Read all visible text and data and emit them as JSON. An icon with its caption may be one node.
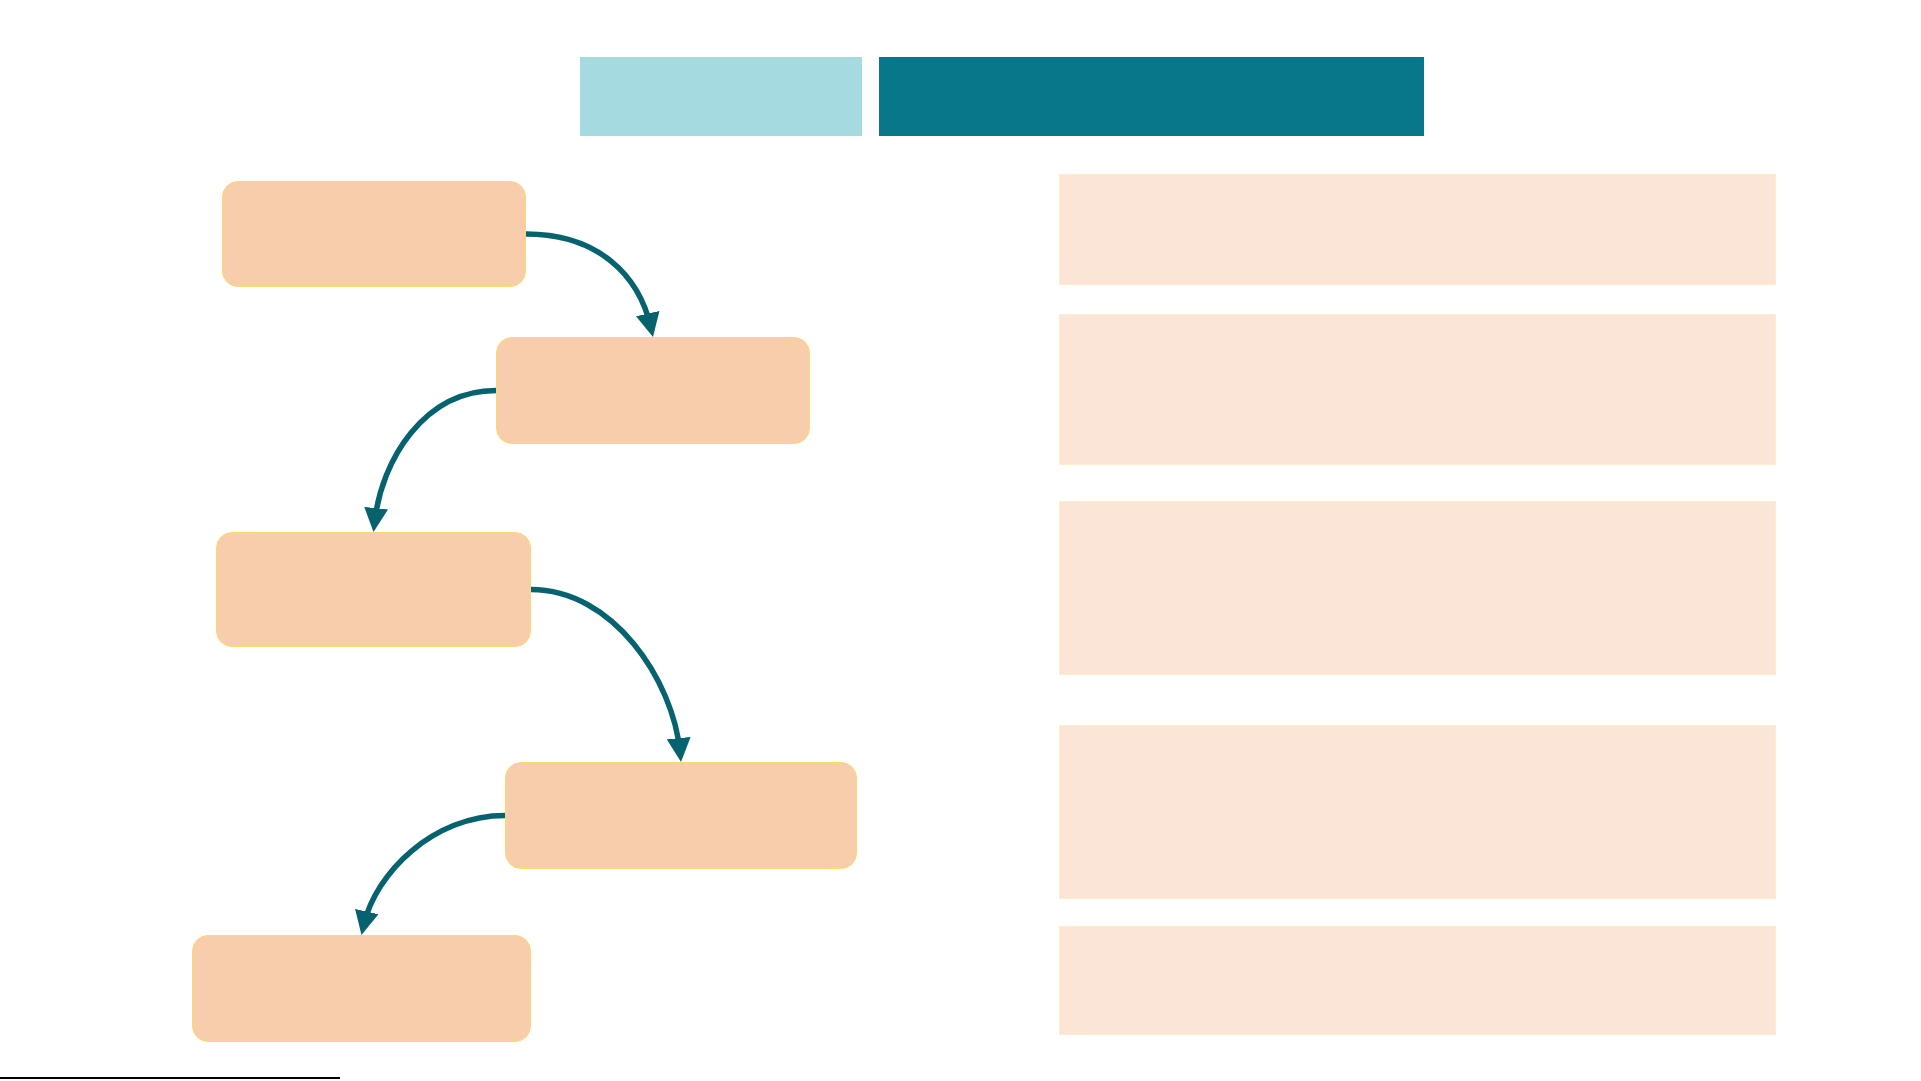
{
  "diagram": {
    "nodes": [
      {
        "text": [],
        "shape": "bar"
      },
      {
        "text": [],
        "shape": "bar"
      },
      {
        "text": [],
        "shape": "box"
      },
      {
        "text": [],
        "shape": "box"
      },
      {
        "text": [],
        "shape": "box"
      },
      {
        "text": [],
        "shape": "box"
      },
      {
        "text": [],
        "shape": "box"
      },
      {
        "text": [],
        "shape": "box"
      },
      {
        "text": [],
        "shape": "box"
      },
      {
        "text": [],
        "shape": "box"
      },
      {
        "text": [],
        "shape": "box"
      },
      {
        "text": [],
        "shape": "box"
      }
    ],
    "edges": [
      {
        "from": 2,
        "to": 3,
        "arrow": "to"
      },
      {
        "from": 3,
        "to": 4,
        "arrow": "to"
      },
      {
        "from": 4,
        "to": 5,
        "arrow": "to"
      },
      {
        "from": 5,
        "to": 6,
        "arrow": "to"
      }
    ]
  }
}
